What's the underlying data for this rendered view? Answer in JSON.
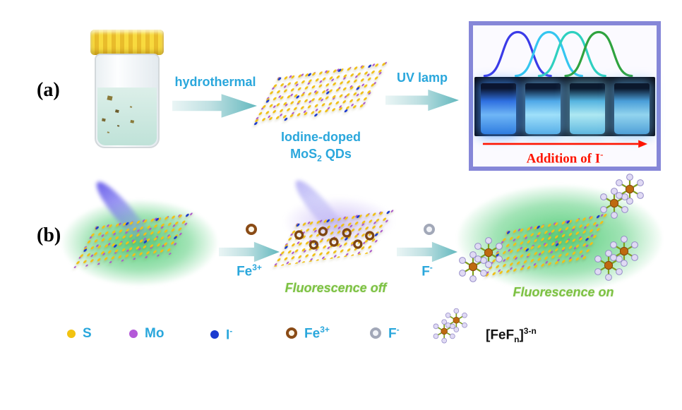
{
  "colors": {
    "accent_cyan": "#2AA7DC",
    "text_green": "#7CC142",
    "glow_green": "#46C96E",
    "arrow_teal": "#63B8BE",
    "box_border_purple": "#8687D8",
    "red": "#FE1400",
    "sulfur_yellow": "#F2C311",
    "mo_purple": "#B459D8",
    "iodide_blue": "#1B3BD0",
    "fe_brown": "#8A4B16",
    "fluoride_gray": "#A2A8B8"
  },
  "panel_a": {
    "label": "(a)",
    "arrow1_label": "hydrothermal",
    "arrow2_label": "UV lamp",
    "product": {
      "line1": "Iodine-doped",
      "mos": "MoS",
      "sub": "2",
      "qds": " QDs"
    },
    "addition_text": "Addition of I",
    "addition_sup": "-"
  },
  "panel_b": {
    "label": "(b)",
    "fe_main": "Fe",
    "fe_sup": "3+",
    "f_main": "F",
    "f_sup": "-",
    "fluorescence_off": "Fluorescence off",
    "fluorescence_on": "Fluorescence on"
  },
  "legend": {
    "s": "S",
    "mo": "Mo",
    "i_main": "I",
    "i_sup": "-",
    "fe_main": "Fe",
    "fe_sup": "3+",
    "f_main": "F",
    "f_sup": "-",
    "complex": {
      "open": "[FeF",
      "sub": "n",
      "close": "]",
      "sup": "3-n"
    }
  }
}
